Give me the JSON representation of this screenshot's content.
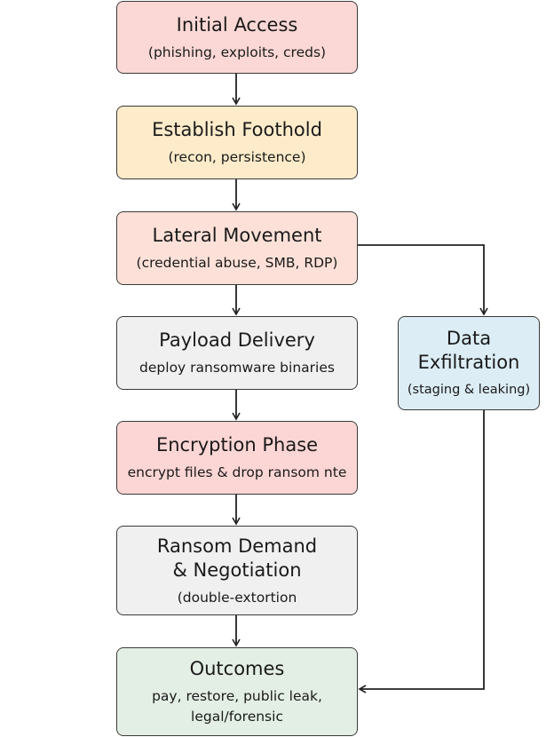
{
  "nodes": {
    "initial_access": {
      "title": "Initial Access",
      "subtitle": "(phishing, exploits, creds)",
      "color": "#fbd8d5"
    },
    "establish_foothold": {
      "title": "Establish Foothold",
      "subtitle": "(recon, persistence)",
      "color": "#fdebca"
    },
    "lateral_movement": {
      "title": "Lateral Movement",
      "subtitle": "(credential abuse, SMB, RDP)",
      "color": "#fde1d8"
    },
    "payload_delivery": {
      "title": "Payload Delivery",
      "subtitle": "deploy ransomware binaries",
      "color": "#f0f0f0"
    },
    "encryption_phase": {
      "title": "Encryption Phase",
      "subtitle": "encrypt files & drop ransom nte",
      "color": "#fcd6d4"
    },
    "ransom_demand": {
      "title_line1": "Ransom Demand",
      "title_line2": "& Negotiation",
      "subtitle": "(double-extortion",
      "color": "#f0f0f0"
    },
    "outcomes": {
      "title": "Outcomes",
      "subtitle_line1": "pay, restore, public leak,",
      "subtitle_line2": "legal/forensic",
      "color": "#e3efe4"
    },
    "data_exfiltration": {
      "title_line1": "Data",
      "title_line2": "Exfiltration",
      "subtitle": "(staging & leaking)",
      "color": "#dcedf5"
    }
  },
  "edges": [
    [
      "initial_access",
      "establish_foothold"
    ],
    [
      "establish_foothold",
      "lateral_movement"
    ],
    [
      "lateral_movement",
      "payload_delivery"
    ],
    [
      "lateral_movement",
      "data_exfiltration"
    ],
    [
      "payload_delivery",
      "encryption_phase"
    ],
    [
      "encryption_phase",
      "ransom_demand"
    ],
    [
      "ransom_demand",
      "outcomes"
    ],
    [
      "data_exfiltration",
      "outcomes"
    ]
  ]
}
